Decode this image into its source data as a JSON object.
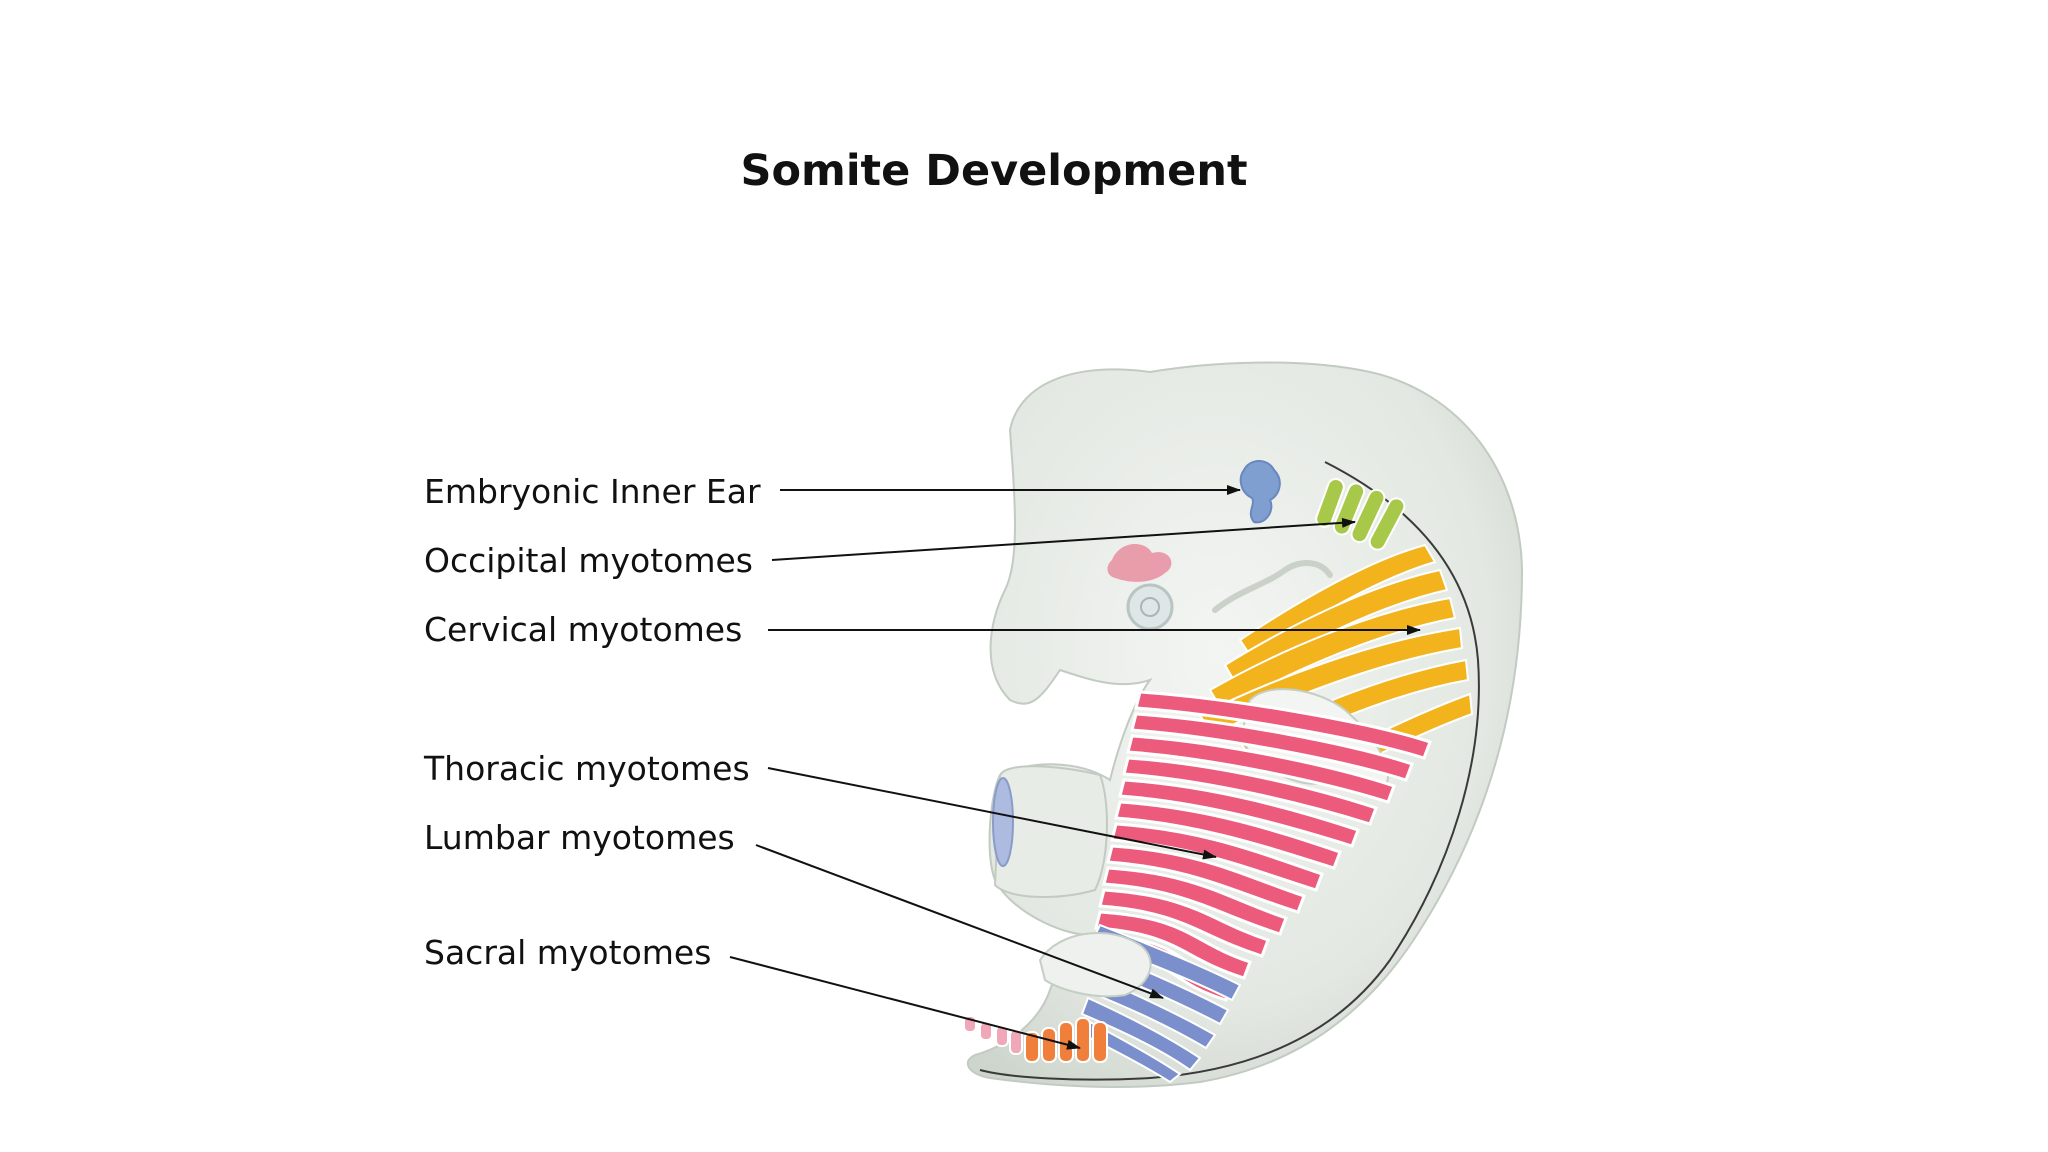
{
  "slide": {
    "title": "Somite Development"
  },
  "labels": [
    {
      "id": "inner-ear",
      "text": "Embryonic Inner Ear",
      "color": "#7f9fd0"
    },
    {
      "id": "occipital",
      "text": "Occipital myotomes",
      "color": "#a8c84a"
    },
    {
      "id": "cervical",
      "text": "Cervical myotomes",
      "color": "#f2b31d"
    },
    {
      "id": "thoracic",
      "text": "Thoracic myotomes",
      "color": "#ec5a7c"
    },
    {
      "id": "lumbar",
      "text": "Lumbar myotomes",
      "color": "#7b8fcc"
    },
    {
      "id": "sacral",
      "text": "Sacral myotomes",
      "color": "#f07f3c"
    }
  ],
  "colors": {
    "embryo_body": "#e4e9e4",
    "embryo_outline": "#c8d0c8",
    "otic_vesicle": "#7f9fd0",
    "optic_pink": "#e88ea0",
    "occipital": "#a8c84a",
    "cervical": "#f2b31d",
    "thoracic": "#ec5a7c",
    "lumbar": "#7b8fcc",
    "sacral": "#f07f3c",
    "coccygeal": "#f0a8b8"
  }
}
